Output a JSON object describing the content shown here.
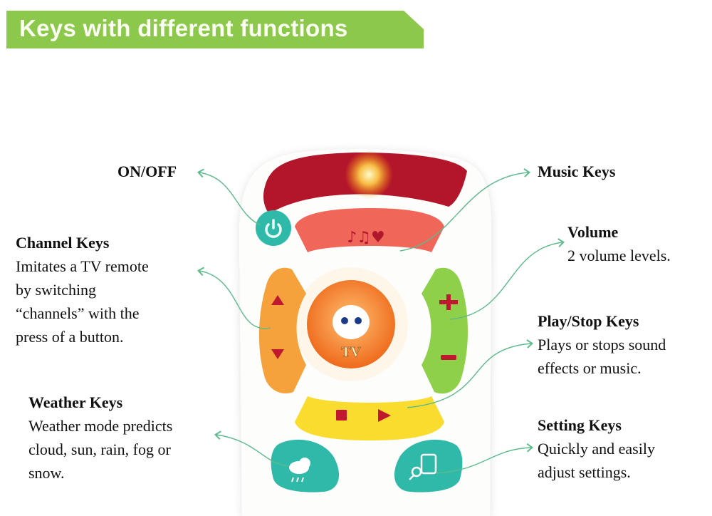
{
  "banner": {
    "title": "Keys with different functions"
  },
  "callouts": {
    "on_off": {
      "title": "ON/OFF"
    },
    "channel": {
      "title": "Channel Keys",
      "lines": [
        "Imitates a TV remote",
        "by switching",
        "“channels” with the",
        "press of a button."
      ]
    },
    "weather": {
      "title": "Weather Keys",
      "lines": [
        "Weather mode predicts",
        "cloud, sun, rain, fog or",
        "snow."
      ]
    },
    "music": {
      "title": "Music Keys"
    },
    "volume": {
      "title": "Volume",
      "lines": [
        "2 volume levels."
      ]
    },
    "play_stop": {
      "title": "Play/Stop Keys",
      "lines": [
        "Plays or stops sound",
        "effects or music."
      ]
    },
    "setting": {
      "title": "Setting Keys",
      "lines": [
        "Quickly and easily",
        "adjust settings."
      ]
    }
  },
  "remote": {
    "center_label": "TV"
  },
  "colors": {
    "banner": "#8cc84b",
    "arrow": "#5dba8c",
    "power": "#2fb9a8",
    "music": "#f0675a",
    "channel": "#f6a23c",
    "volume": "#8fd04a",
    "play": "#f9dc2e",
    "top": "#b3152b"
  }
}
